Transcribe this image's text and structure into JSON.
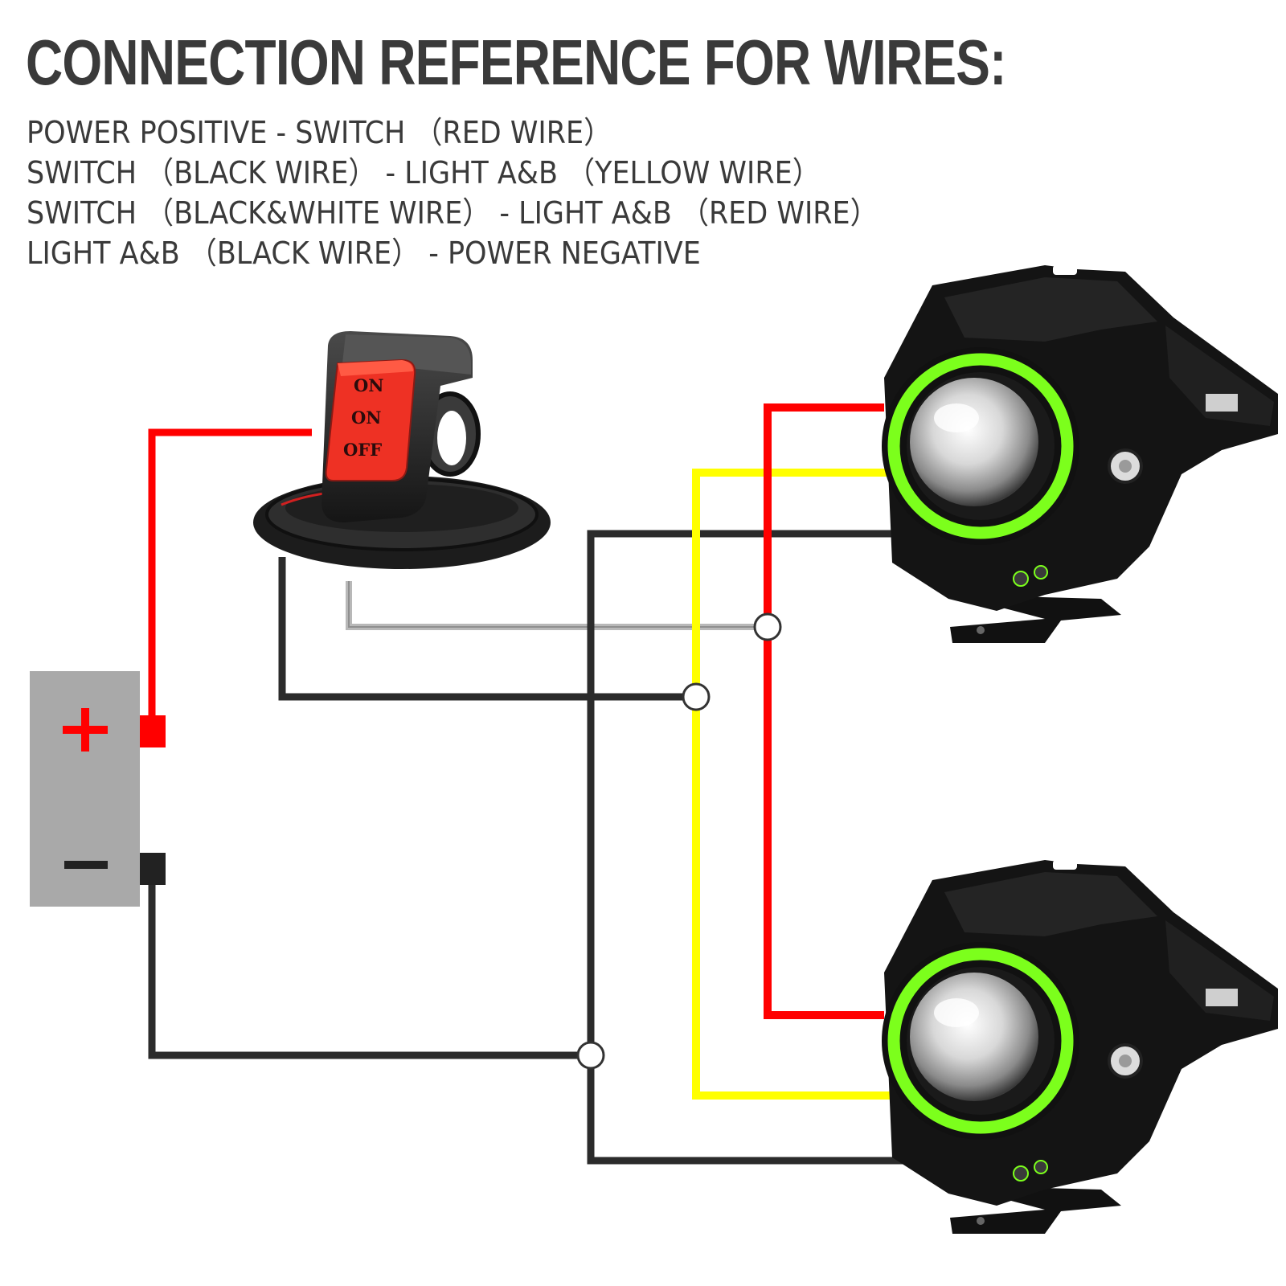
{
  "title": "CONNECTION REFERENCE FOR WIRES:",
  "legend": [
    "POWER POSITIVE - SWITCH （RED WIRE）",
    "SWITCH （BLACK WIRE） - LIGHT A&B （YELLOW WIRE）",
    "SWITCH （BLACK&WHITE WIRE） - LIGHT A&B （RED WIRE）",
    "LIGHT A&B （BLACK WIRE） - POWER NEGATIVE"
  ],
  "switch": {
    "labels": [
      "ON",
      "ON",
      "OFF"
    ]
  },
  "battery": {
    "positive_symbol": "+",
    "negative_symbol": "—"
  },
  "colors": {
    "red_wire": "#ff0000",
    "yellow_wire": "#ffff00",
    "black_wire": "#2b2b2b",
    "grey_wire": "#a9a9a9",
    "halo_ring": "#7cff1c",
    "battery_body": "#a9a9a9",
    "switch_rocker": "#ee3124"
  },
  "icons": [
    "rocker-switch-icon",
    "battery-icon",
    "led-headlight-icon"
  ]
}
